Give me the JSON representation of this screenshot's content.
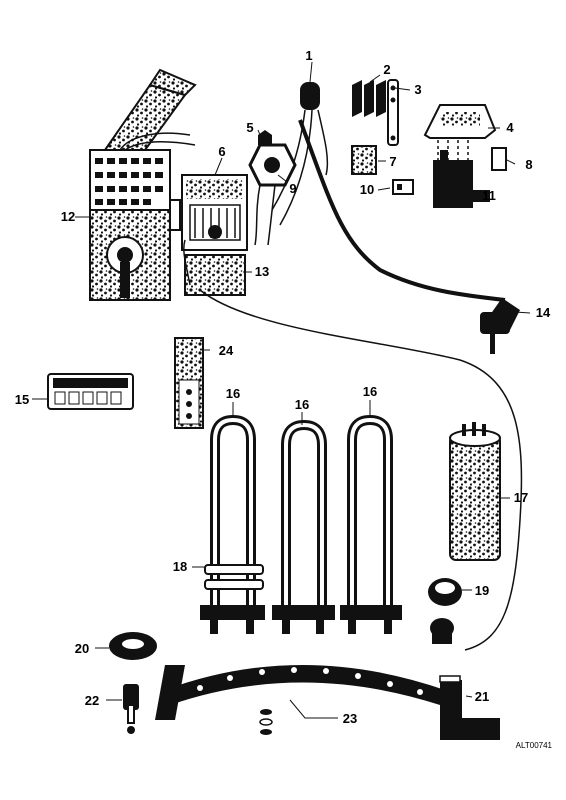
{
  "diagram": {
    "callouts": [
      "1",
      "2",
      "3",
      "4",
      "5",
      "6",
      "7",
      "8",
      "9",
      "10",
      "11",
      "12",
      "13",
      "14",
      "15",
      "16",
      "16",
      "16",
      "17",
      "18",
      "19",
      "20",
      "21",
      "22",
      "23",
      "24"
    ],
    "reference_code": "ALT00741"
  },
  "colors": {
    "ink": "#111111",
    "background": "#ffffff"
  }
}
